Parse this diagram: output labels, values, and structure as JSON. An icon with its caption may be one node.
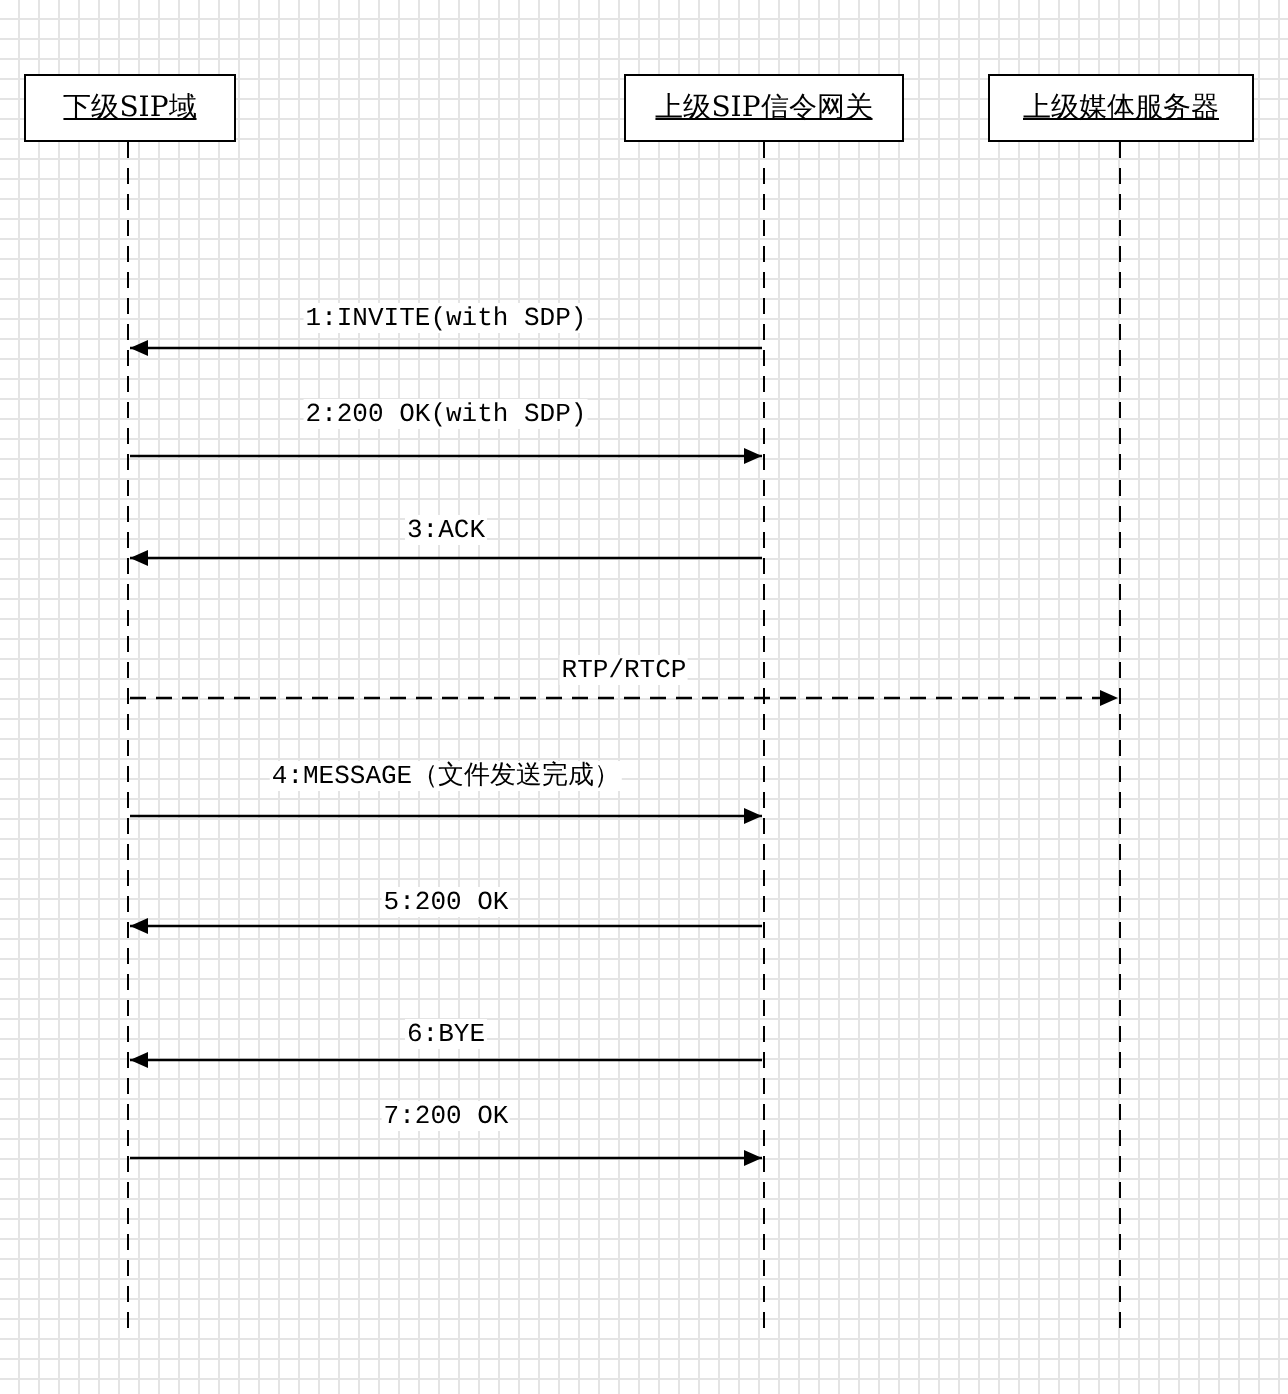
{
  "diagram": {
    "nodes": [
      {
        "text": [
          "下级SIP域"
        ]
      },
      {
        "text": [
          "上级SIP信令网关"
        ]
      },
      {
        "text": [
          "上级媒体服务器"
        ]
      },
      {
        "text": [],
        "shape": "line"
      },
      {
        "text": [],
        "shape": "line"
      },
      {
        "text": [],
        "shape": "line"
      }
    ],
    "edges": [
      {
        "from": 4,
        "to": 3,
        "arrow": "to",
        "label": "1:INVITE(with SDP)"
      },
      {
        "from": 3,
        "to": 4,
        "arrow": "to",
        "label": "2:200 OK(with SDP)"
      },
      {
        "from": 4,
        "to": 3,
        "arrow": "to",
        "label": "3:ACK"
      },
      {
        "from": 3,
        "to": 5,
        "arrow": "to",
        "label": "RTP/RTCP",
        "style": "dashed"
      },
      {
        "from": 3,
        "to": 4,
        "arrow": "to",
        "label": "4:MESSAGE（文件发送完成）"
      },
      {
        "from": 4,
        "to": 3,
        "arrow": "to",
        "label": "5:200 OK"
      },
      {
        "from": 4,
        "to": 3,
        "arrow": "to",
        "label": "6:BYE"
      },
      {
        "from": 3,
        "to": 4,
        "arrow": "to",
        "label": "7:200 OK"
      }
    ]
  }
}
